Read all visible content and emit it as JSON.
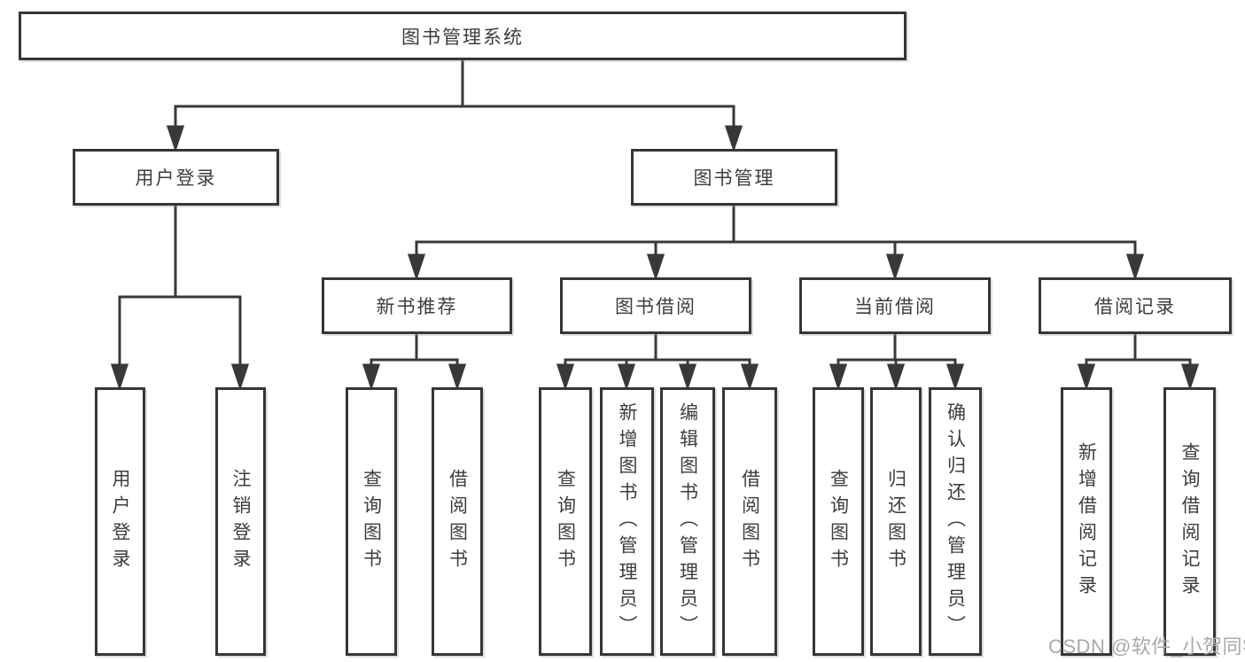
{
  "colors": {
    "line": "#383838",
    "box_border": "#363636",
    "text": "#3d3d3d",
    "watermark": "#a9a9a9",
    "background": "#ffffff"
  },
  "watermark": {
    "text": "CSDN @软件_小贺同学"
  },
  "tree": {
    "label": "图书管理系统",
    "children": [
      {
        "label": "用户登录",
        "children": [
          {
            "label": "用户登录"
          },
          {
            "label": "注销登录"
          }
        ]
      },
      {
        "label": "图书管理",
        "children": [
          {
            "label": "新书推荐",
            "children": [
              {
                "label": "查询图书"
              },
              {
                "label": "借阅图书"
              }
            ]
          },
          {
            "label": "图书借阅",
            "children": [
              {
                "label": "查询图书"
              },
              {
                "label": "新增图书（管理员）"
              },
              {
                "label": "编辑图书（管理员）"
              },
              {
                "label": "借阅图书"
              }
            ]
          },
          {
            "label": "当前借阅",
            "children": [
              {
                "label": "查询图书"
              },
              {
                "label": "归还图书"
              },
              {
                "label": "确认归还（管理员）"
              }
            ]
          },
          {
            "label": "借阅记录",
            "children": [
              {
                "label": "新增借阅记录"
              },
              {
                "label": "查询借阅记录"
              }
            ]
          }
        ]
      }
    ]
  }
}
